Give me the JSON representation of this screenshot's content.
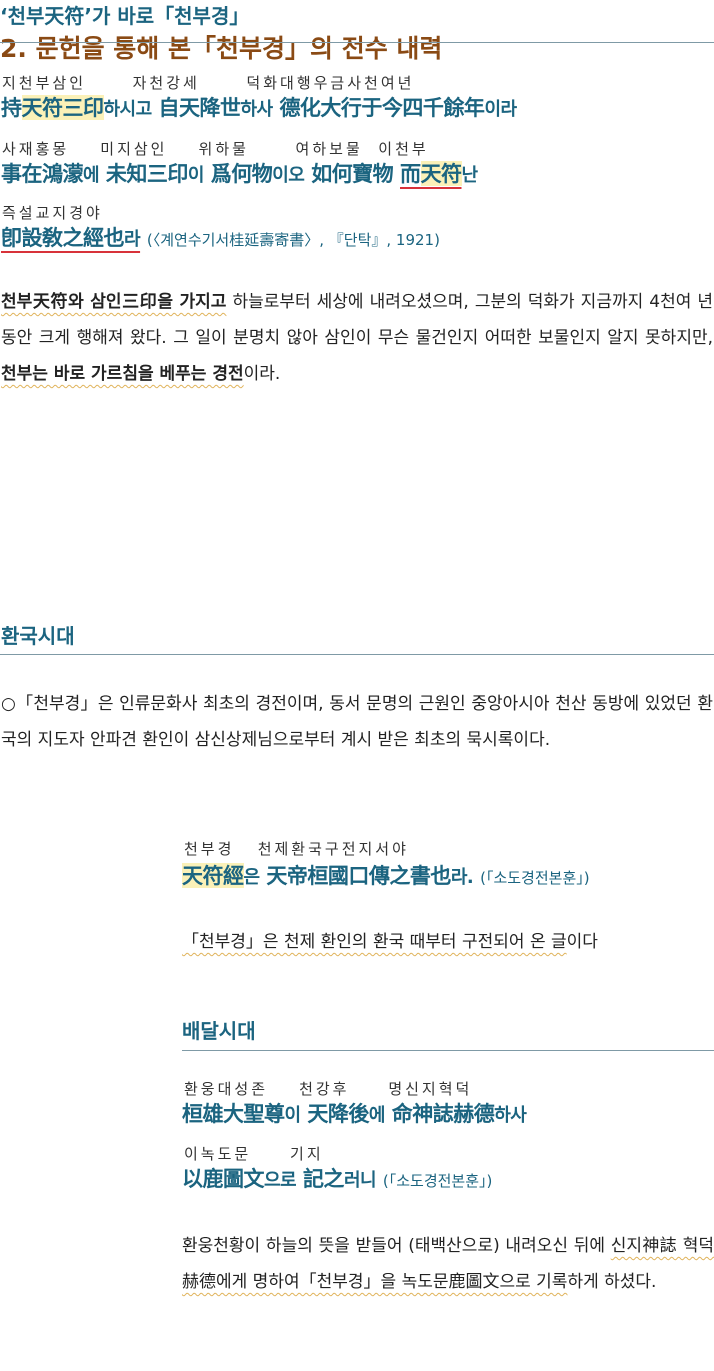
{
  "top_title": "‘천부天符’가 바로「천부경」",
  "quote1": {
    "reading1": "지천부삼인      자천강세      덕화대행우금사천여년",
    "hanja1_a": "持",
    "hanja1_hl": "天符三印",
    "hanja1_k1": "하시고",
    "hanja1_b": "自天降世",
    "hanja1_k2": "하사",
    "hanja1_c": "德化大行于今四千餘年",
    "hanja1_k3": "이라",
    "reading2": "사재홍몽    미지삼인    위하물      여하보물  이천부",
    "hanja2_a": "事在鴻濛",
    "hanja2_k1": "에",
    "hanja2_b": "未知三印",
    "hanja2_k2": "이",
    "hanja2_c": "爲何物",
    "hanja2_k3": "이오",
    "hanja2_d": "如何寶物",
    "hanja2_e1": "而",
    "hanja2_e2": "天符",
    "hanja2_k4": "난",
    "reading3": "즉설교지경야",
    "hanja3_a": "卽設敎之經也",
    "hanja3_k1": "라",
    "hanja3_cite": "(〈계연수기서桂延壽寄書〉, 『단탁』, 1921)"
  },
  "para1": {
    "u1": "천부天符와 삼인三印을 가지고",
    "t1": " 하늘로부터 세상에 내려오셨으며, 그분의 덕화가 지금까지 4천여 년 동안 크게 행해져 왔다. 그 일이 분명치 않아 삼인이 무슨 물건인지 어떠한 보물인지 알지 못하지만, ",
    "u2": "천부는 바로 가르침을 베푸는 경전",
    "t2": "이라."
  },
  "section2_title": "2. 문헌을 통해 본「천부경」의 전수 내력",
  "subhead_hanguk": "환국시대",
  "para2": "○「천부경」은 인류문화사 최초의 경전이며, 동서 문명의 근원인 중앙아시아 천산 동방에 있었던 환국의 지도자 안파견 환인이 삼신상제님으로부터 계시 받은 최초의 묵시록이다.",
  "quote2": {
    "reading": "천부경   천제환국구전지서야",
    "hanja_hl": "天符經",
    "k1": "은",
    "hanja_b": "天帝桓國口傳之書也",
    "k2": "라.",
    "cite": "(「소도경전본훈」)",
    "trans": "「천부경」은 천제 환인의 환국 때부터 구전되어 온 글",
    "trans_end": "이다"
  },
  "subhead_baedal": "배달시대",
  "quote3": {
    "reading1": "환웅대성존    천강후     명신지혁덕",
    "h1_a": "桓雄大聖尊",
    "h1_k1": "이",
    "h1_b": "天降後",
    "h1_k2": "에",
    "h1_c": "命神誌赫德",
    "h1_k3": "하사",
    "reading2": "이녹도문     기지",
    "h2_a": "以鹿圖文",
    "h2_k1": "으로",
    "h2_b": "記之",
    "h2_k2": "러니",
    "h2_cite": "(「소도경전본훈」)"
  },
  "para3": {
    "t1": "환웅천황이 하늘의 뜻을 받들어 (태백산으로) 내려오신 뒤에 ",
    "u1": "신지神誌 혁덕赫德에게 명하여「천부경」을 녹도문鹿圖文으로 기록",
    "t2": "하게 하셨다."
  },
  "colors": {
    "teal": "#1b6480",
    "section": "#8a4a14",
    "highlight": "#fbf1b8",
    "wavy": "#e0b35a",
    "red": "#d8323a"
  }
}
